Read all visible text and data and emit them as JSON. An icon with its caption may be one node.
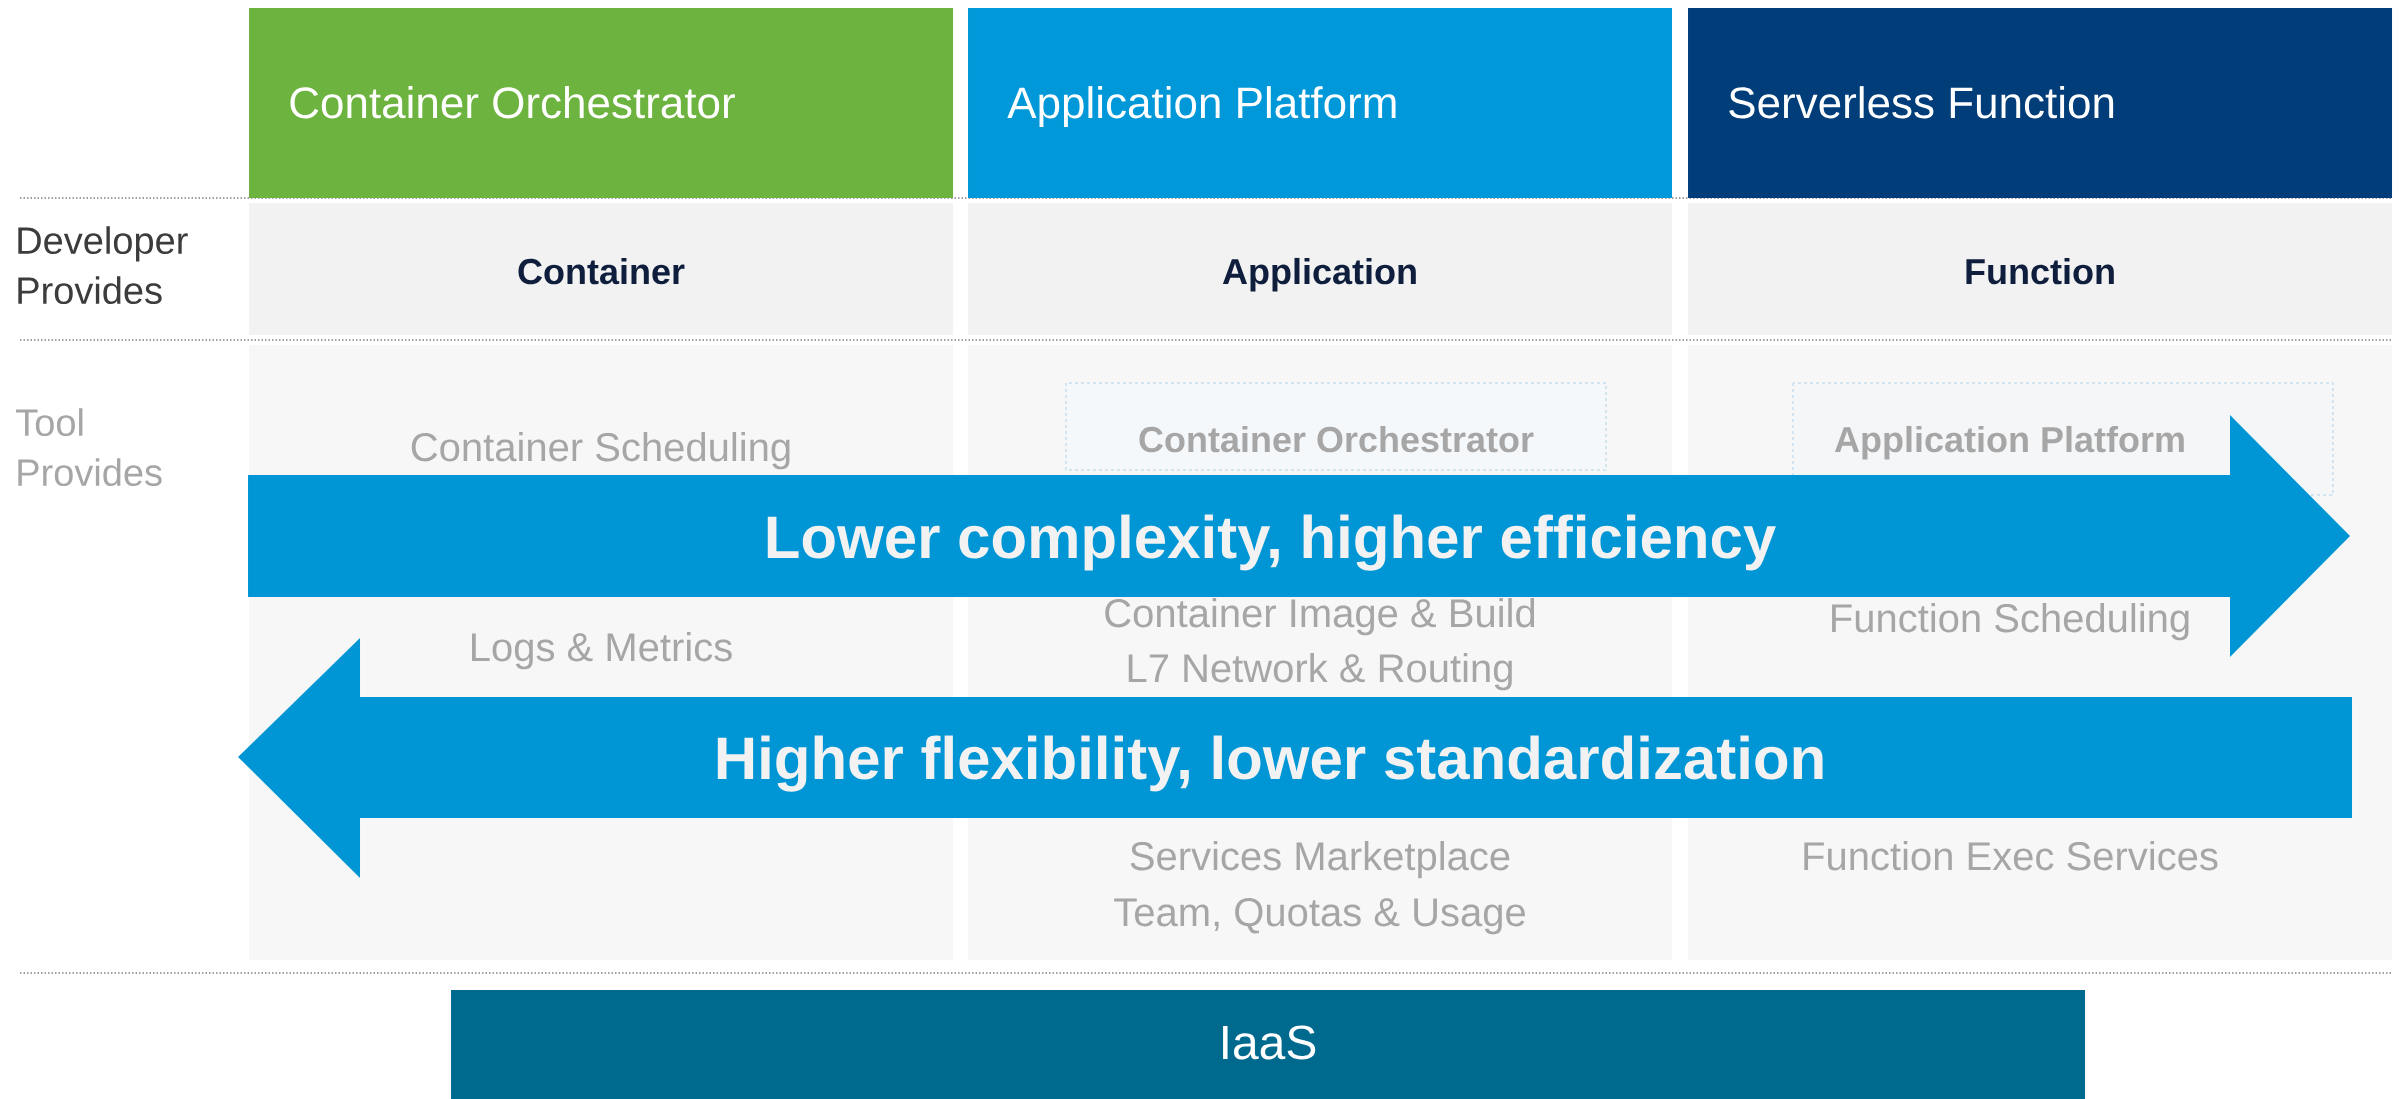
{
  "diagram": {
    "nodes": [
      {
        "text": [
          "Container Orchestrator"
        ]
      },
      {
        "text": [
          "Application Platform"
        ]
      },
      {
        "text": [
          "Serverless Function"
        ]
      },
      {
        "text": [
          "Container"
        ]
      },
      {
        "text": [
          "Application"
        ]
      },
      {
        "text": [
          "Function"
        ]
      },
      {
        "text": [
          "Container Orchestrator"
        ]
      },
      {
        "text": [
          "Application Platform"
        ]
      },
      {
        "text": [
          "Lower complexity, higher efficiency"
        ]
      },
      {
        "text": [
          "Higher flexibility, lower standardization"
        ]
      },
      {
        "text": [
          "IaaS"
        ]
      }
    ],
    "labels": [
      "Developer Provides",
      "Tool Provides",
      "Container Scheduling",
      "Logs & Metrics",
      "Container Image & Build",
      "Function Scheduling",
      "L7 Network & Routing",
      "Function Exec Services",
      "Services Marketplace",
      "Team, Quotas & Usage"
    ]
  }
}
